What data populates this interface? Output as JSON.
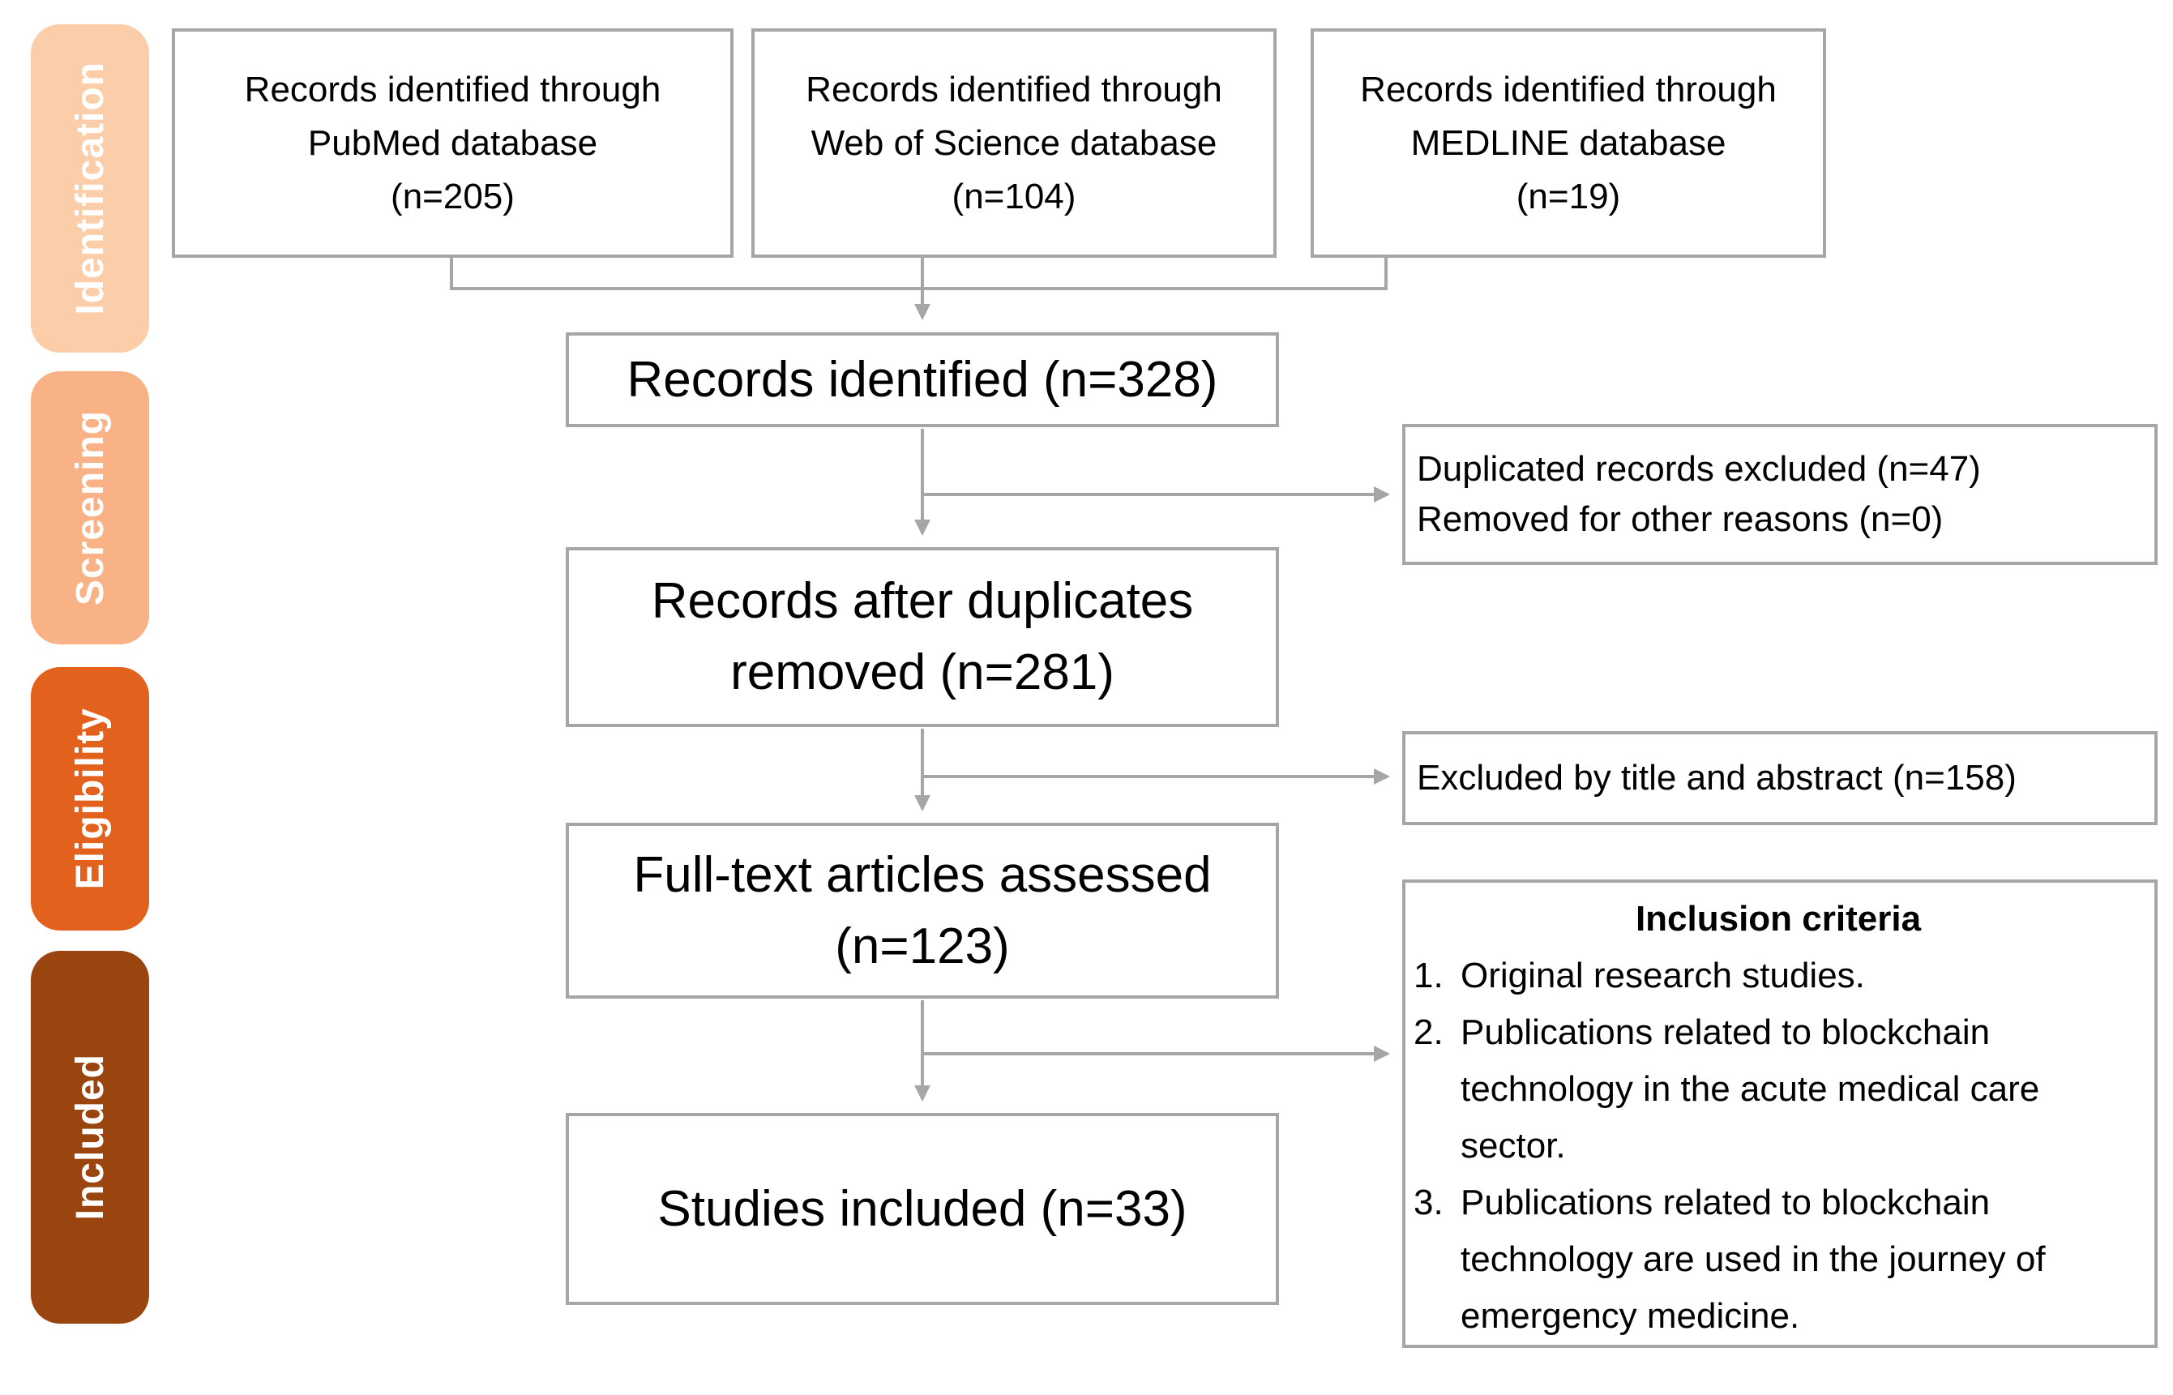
{
  "figure": {
    "type": "prisma-flow-diagram",
    "background": "#ffffff"
  },
  "palette": {
    "box_border": "#a6a6a6",
    "connector_line": "#a6a6a6",
    "box_text": "#000000",
    "stage_label_text": "#ffffff",
    "stage_identification": "#fbcda8",
    "stage_screening": "#f9b286",
    "stage_eligibility": "#e2611c",
    "stage_included": "#9a440f"
  },
  "stages": [
    {
      "label": "Identification"
    },
    {
      "label": "Screening"
    },
    {
      "label": "Eligibility"
    },
    {
      "label": "Included"
    }
  ],
  "sources": [
    {
      "label": "Records identified through\nPubMed database\n(n=205)"
    },
    {
      "label": "Records identified through\nWeb of Science database\n(n=104)"
    },
    {
      "label": "Records identified through\nMEDLINE database\n(n=19)"
    }
  ],
  "flow": {
    "records_identified": "Records identified (n=328)",
    "after_duplicates": "Records after duplicates\nremoved (n=281)",
    "full_text_assessed": "Full-text articles assessed\n(n=123)",
    "studies_included": "Studies included (n=33)"
  },
  "side_notes": {
    "duplicates_excluded": "Duplicated records excluded (n=47)\nRemoved for other reasons (n=0)",
    "excluded_title_abstract": "Excluded by title and abstract (n=158)"
  },
  "inclusion_criteria": {
    "title": "Inclusion criteria",
    "items": [
      {
        "number": "1.",
        "text": "Original research studies."
      },
      {
        "number": "2.",
        "text": "Publications related to blockchain technology in the acute medical care sector."
      },
      {
        "number": "3.",
        "text": "Publications related to blockchain technology are used in the journey of emergency medicine."
      }
    ]
  },
  "counts": {
    "pubmed": 205,
    "web_of_science": 104,
    "medline": 19,
    "records_identified": 328,
    "duplicates_excluded": 47,
    "removed_other_reasons": 0,
    "after_duplicates_removed": 281,
    "excluded_title_abstract": 158,
    "full_text_assessed": 123,
    "studies_included": 33
  }
}
